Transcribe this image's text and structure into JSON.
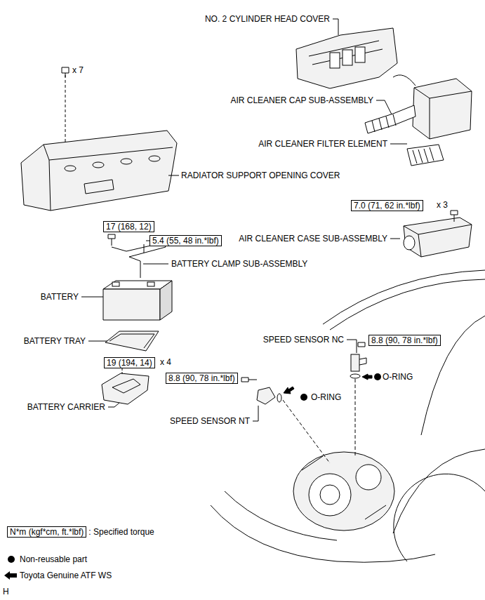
{
  "diagram": {
    "nodes": [
      {
        "text": [
          "7.0 (71, 62 in.*lbf)"
        ]
      },
      {
        "text": [
          "17 (168, 12)"
        ]
      },
      {
        "text": [
          "5.4 (55, 48 in.*lbf)"
        ]
      },
      {
        "text": [
          "8.8 (90, 78 in.*lbf)"
        ]
      },
      {
        "text": [
          "19 (194, 14)"
        ]
      },
      {
        "text": [
          "8.8 (90, 78 in.*lbf)"
        ]
      },
      {
        "text": [
          "N*m (kgf*cm, ft.*lbf)"
        ]
      }
    ],
    "labels": [
      "NO. 2 CYLINDER HEAD COVER",
      "x 7",
      "AIR CLEANER CAP SUB-ASSEMBLY",
      "AIR CLEANER FILTER ELEMENT",
      "RADIATOR SUPPORT OPENING COVER",
      "x 3",
      "AIR CLEANER CASE SUB-ASSEMBLY",
      "BATTERY CLAMP SUB-ASSEMBLY",
      "BATTERY",
      "BATTERY TRAY",
      "x 4",
      "SPEED SENSOR NC",
      "O-RING",
      "O-RING",
      "BATTERY CARRIER",
      "SPEED SENSOR NT",
      "H"
    ],
    "legend": [
      {
        "text": ": Specified torque"
      },
      {
        "text": "Non-reusable part"
      },
      {
        "text": "Toyota Genuine ATF WS"
      }
    ]
  }
}
